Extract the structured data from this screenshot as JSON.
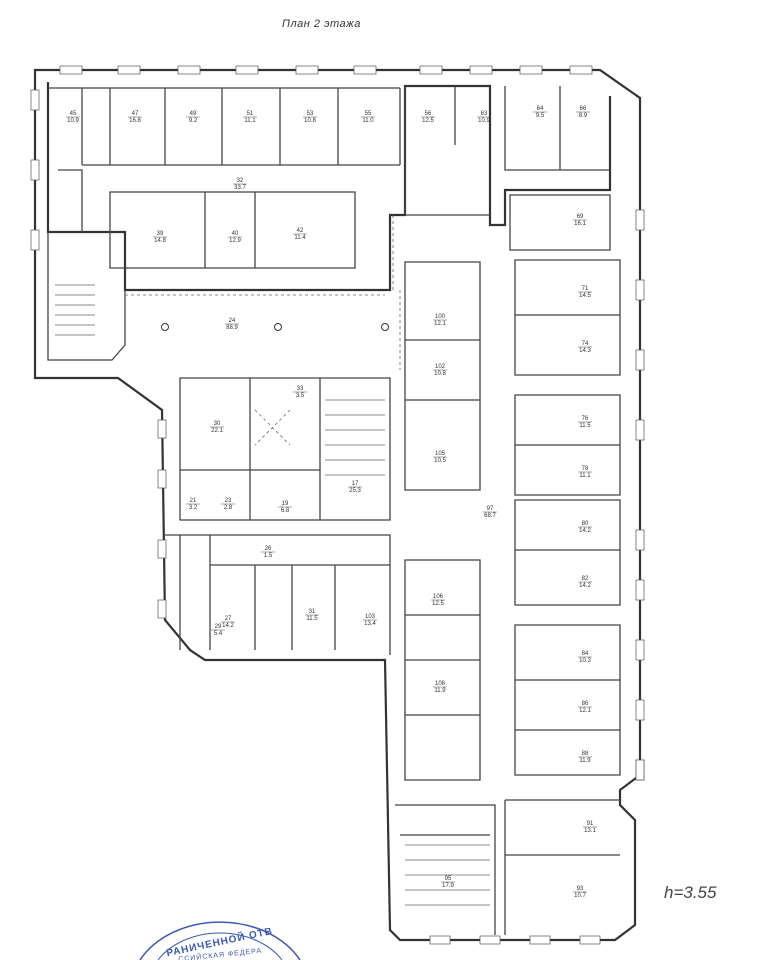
{
  "title": "План 2 этажа",
  "height_label": "h=3.55",
  "stamp": {
    "line1": "РАНИЧЕННОЙ ОТВ",
    "line2": "ССИЙСКАЯ ФЕДЕРА",
    "color": "#3a57b5"
  },
  "rooms": [
    {
      "n": "45",
      "a": "10.9"
    },
    {
      "n": "47",
      "a": "16.8"
    },
    {
      "n": "49",
      "a": "9.2"
    },
    {
      "n": "51",
      "a": "11.1"
    },
    {
      "n": "53",
      "a": "10.8"
    },
    {
      "n": "55",
      "a": "11.0"
    },
    {
      "n": "56",
      "a": "12.5"
    },
    {
      "n": "63",
      "a": "10.9"
    },
    {
      "n": "64",
      "a": "9.5"
    },
    {
      "n": "66",
      "a": "8.9"
    },
    {
      "n": "69",
      "a": "16.1"
    },
    {
      "n": "32",
      "a": "33.7"
    },
    {
      "n": "39",
      "a": "14.8"
    },
    {
      "n": "40",
      "a": "12.9"
    },
    {
      "n": "42",
      "a": "11.4"
    },
    {
      "n": "24",
      "a": "88.9"
    },
    {
      "n": "30",
      "a": "22.1"
    },
    {
      "n": "33",
      "a": "3.5"
    },
    {
      "n": "17",
      "a": "25.3"
    },
    {
      "n": "19",
      "a": "6.8"
    },
    {
      "n": "71",
      "a": "14.5"
    },
    {
      "n": "74",
      "a": "14.3"
    },
    {
      "n": "76",
      "a": "11.5"
    },
    {
      "n": "78",
      "a": "11.1"
    },
    {
      "n": "80",
      "a": "14.2"
    },
    {
      "n": "82",
      "a": "14.2"
    },
    {
      "n": "84",
      "a": "10.3"
    },
    {
      "n": "86",
      "a": "12.1"
    },
    {
      "n": "88",
      "a": "11.9"
    },
    {
      "n": "91",
      "a": "13.1"
    },
    {
      "n": "93",
      "a": "10.7"
    },
    {
      "n": "95",
      "a": "17.9"
    },
    {
      "n": "97",
      "a": "68.7"
    },
    {
      "n": "100",
      "a": "12.1"
    },
    {
      "n": "102",
      "a": "10.8"
    },
    {
      "n": "105",
      "a": "10.5"
    },
    {
      "n": "106",
      "a": "12.5"
    },
    {
      "n": "108",
      "a": "11.9"
    },
    {
      "n": "27",
      "a": "14.2"
    },
    {
      "n": "29",
      "a": "5.4"
    },
    {
      "n": "31",
      "a": "11.5"
    },
    {
      "n": "103",
      "a": "13.4"
    },
    {
      "n": "21",
      "a": "3.2"
    },
    {
      "n": "23",
      "a": "2.8"
    },
    {
      "n": "26",
      "a": "1.5"
    }
  ],
  "colors": {
    "lines": "#333333",
    "background": "#ffffff"
  }
}
